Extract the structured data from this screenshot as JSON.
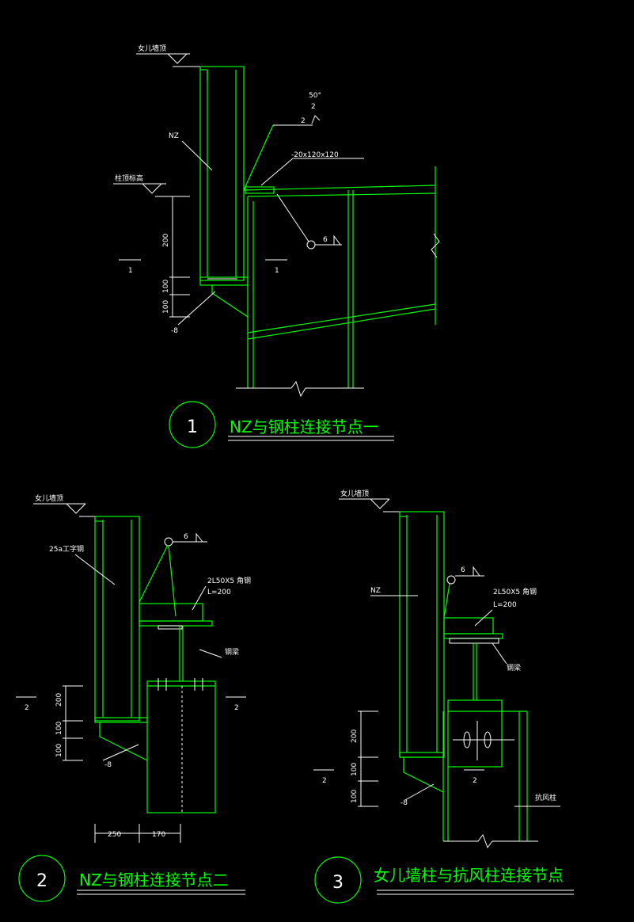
{
  "colors": {
    "line": "#00ff00",
    "dim": "#ffffff",
    "background": "#000000"
  },
  "detail1": {
    "number": "1",
    "title": "NZ与钢柱连接节点一",
    "parapet_label": "女儿墙顶",
    "roof_label": "柱顶标高",
    "nz_label": "NZ",
    "angle_label": "50°",
    "weld_top": "2",
    "weld_bottom": "2",
    "plate_label": "-20x120x120",
    "weld6": "6",
    "plate8": "-8",
    "dim200": "200",
    "dim100a": "100",
    "dim100b": "100",
    "section_left": "1",
    "section_right": "1"
  },
  "detail2": {
    "number": "2",
    "title": "NZ与钢柱连接节点二",
    "parapet_label": "女儿墙顶",
    "member_label": "25a工字钢",
    "weld6": "6",
    "angle_label": "2L50X5  角钢",
    "length_label": "L=200",
    "column_label": "钢梁",
    "dim200": "200",
    "dim100a": "100",
    "dim100b": "100",
    "plate8": "-8",
    "dim250": "250",
    "dim170": "170",
    "section_left": "2",
    "section_right": "2"
  },
  "detail3": {
    "number": "3",
    "title": "女儿墙柱与抗风柱连接节点",
    "parapet_label": "女儿墙顶",
    "nz_label": "NZ",
    "weld6": "6",
    "angle_label": "2L50X5 角钢",
    "length_label": "L=200",
    "beam_label": "钢梁",
    "dim200": "200",
    "dim100a": "100",
    "dim100b": "100",
    "plate8": "-8",
    "wind_column_label": "抗风柱",
    "section_left": "2",
    "section_right": "2"
  }
}
